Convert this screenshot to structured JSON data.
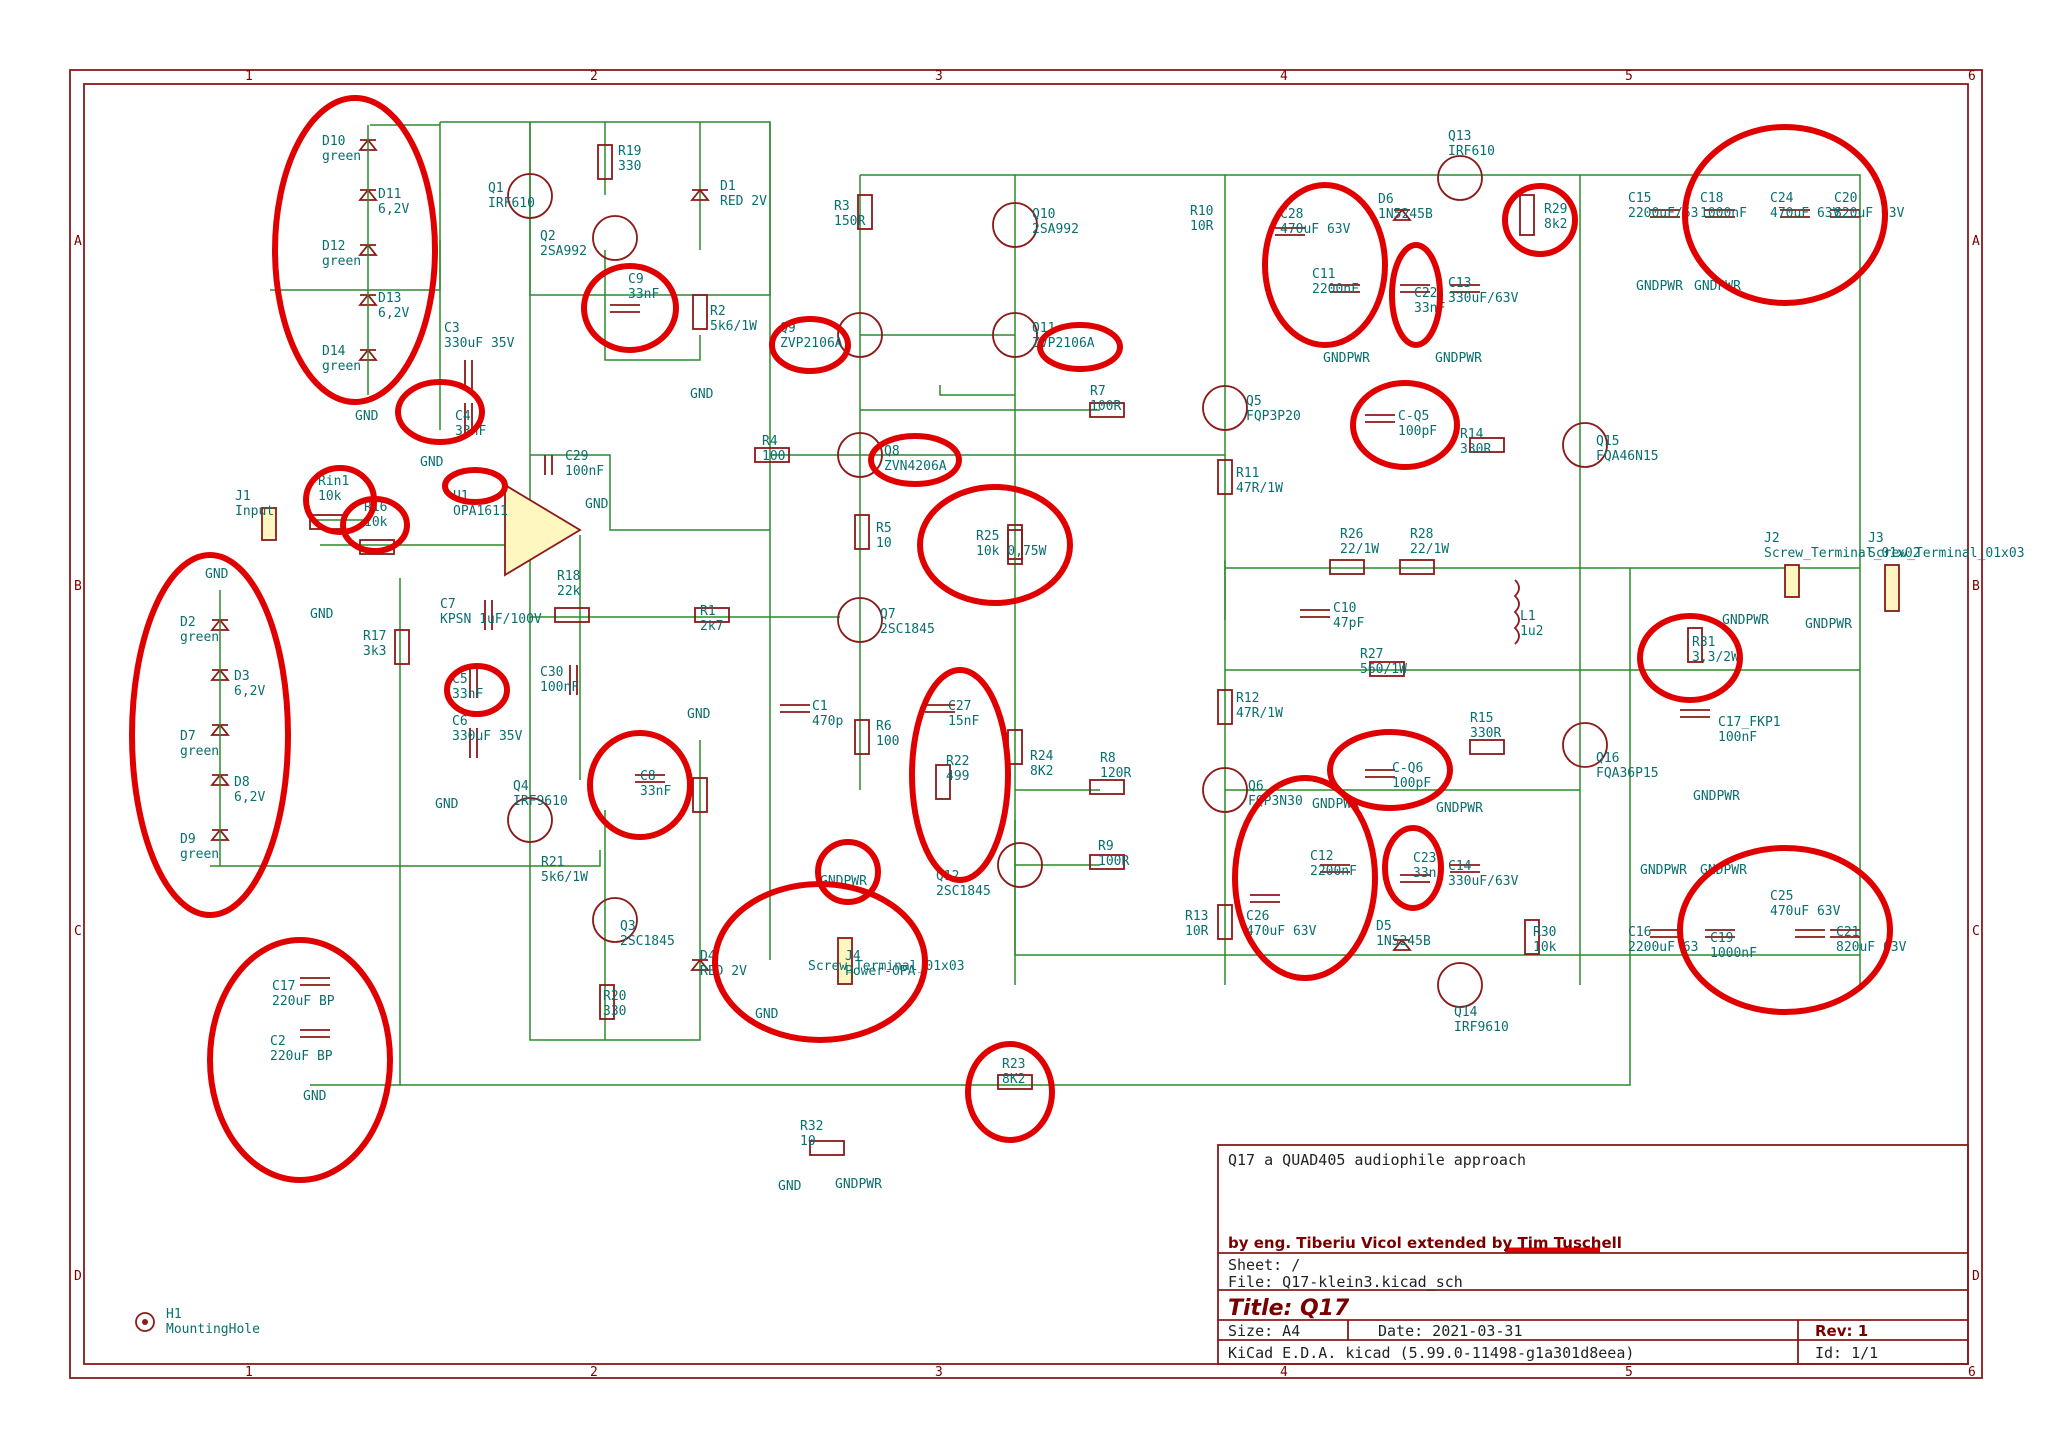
{
  "title_block": {
    "description": "Q17 a QUAD405 audiophile approach",
    "author": "by eng. Tiberiu Vicol extended by Tim Tuschell",
    "sheet": "Sheet: /",
    "file": "File: Q17-klein3.kicad_sch",
    "title": "Title: Q17",
    "size": "Size: A4",
    "date": "Date: 2021-03-31",
    "rev": "Rev: 1",
    "tool": "KiCad E.D.A.  kicad (5.99.0-11498-g1a301d8eea)",
    "id": "Id: 1/1"
  },
  "frame": {
    "cols": [
      "1",
      "2",
      "3",
      "4",
      "5",
      "6"
    ],
    "rows": [
      "A",
      "B",
      "C",
      "D"
    ]
  },
  "components": [
    {
      "ref": "D10",
      "val": "green"
    },
    {
      "ref": "D11",
      "val": "6,2V"
    },
    {
      "ref": "D12",
      "val": "green"
    },
    {
      "ref": "D13",
      "val": "6,2V"
    },
    {
      "ref": "D14",
      "val": "green"
    },
    {
      "ref": "Q1",
      "val": "IRF610"
    },
    {
      "ref": "R19",
      "val": "330"
    },
    {
      "ref": "D1",
      "val": "RED 2V"
    },
    {
      "ref": "Q2",
      "val": "2SA992"
    },
    {
      "ref": "C9",
      "val": "33nF"
    },
    {
      "ref": "R2",
      "val": "5k6/1W"
    },
    {
      "ref": "C3",
      "val": "330uF 35V"
    },
    {
      "ref": "C4",
      "val": "33nF"
    },
    {
      "ref": "C29",
      "val": "100nF"
    },
    {
      "ref": "U1",
      "val": "OPA1611"
    },
    {
      "ref": "Rin1",
      "val": "10k"
    },
    {
      "ref": "R16",
      "val": "10k"
    },
    {
      "ref": "J1",
      "val": "Input"
    },
    {
      "ref": "R18",
      "val": "22k"
    },
    {
      "ref": "C7",
      "val": "KPSN 1uF/100V"
    },
    {
      "ref": "R17",
      "val": "3k3"
    },
    {
      "ref": "C5",
      "val": "33nF"
    },
    {
      "ref": "C6",
      "val": "330uF 35V"
    },
    {
      "ref": "C30",
      "val": "100nF"
    },
    {
      "ref": "Q4",
      "val": "IRF9610"
    },
    {
      "ref": "C8",
      "val": "33nF"
    },
    {
      "ref": "R21",
      "val": "5k6/1W"
    },
    {
      "ref": "Q3",
      "val": "2SC1845"
    },
    {
      "ref": "R20",
      "val": "330"
    },
    {
      "ref": "D4",
      "val": "RED 2V"
    },
    {
      "ref": "C17",
      "val": "220uF BP"
    },
    {
      "ref": "C2",
      "val": "220uF BP"
    },
    {
      "ref": "D2",
      "val": "green"
    },
    {
      "ref": "D3",
      "val": "6,2V"
    },
    {
      "ref": "D7",
      "val": "green"
    },
    {
      "ref": "D8",
      "val": "6,2V"
    },
    {
      "ref": "D9",
      "val": "green"
    },
    {
      "ref": "R3",
      "val": "150R"
    },
    {
      "ref": "Q10",
      "val": "2SA992"
    },
    {
      "ref": "Q9",
      "val": "ZVP2106A"
    },
    {
      "ref": "Q11",
      "val": "ZVP2106A"
    },
    {
      "ref": "R4",
      "val": "100"
    },
    {
      "ref": "Q8",
      "val": "ZVN4206A"
    },
    {
      "ref": "R5",
      "val": "10"
    },
    {
      "ref": "R25",
      "val": "10k 0,75W"
    },
    {
      "ref": "R1",
      "val": "2k7"
    },
    {
      "ref": "Q7",
      "val": "2SC1845"
    },
    {
      "ref": "C1",
      "val": "470p"
    },
    {
      "ref": "R6",
      "val": "100"
    },
    {
      "ref": "C27",
      "val": "15nF"
    },
    {
      "ref": "R22",
      "val": "499"
    },
    {
      "ref": "R24",
      "val": "8K2"
    },
    {
      "ref": "Q12",
      "val": "2SC1845"
    },
    {
      "ref": "J4",
      "val": "Power-OPA"
    },
    {
      "ref": "R23",
      "val": "8K2"
    },
    {
      "ref": "R32",
      "val": "10"
    },
    {
      "ref": "R7",
      "val": "100R"
    },
    {
      "ref": "Q5",
      "val": "FQP3P20"
    },
    {
      "ref": "R10",
      "val": "10R"
    },
    {
      "ref": "C28",
      "val": "470uF 63V"
    },
    {
      "ref": "C11",
      "val": "2200nF"
    },
    {
      "ref": "D6",
      "val": "1N5245B"
    },
    {
      "ref": "C22",
      "val": "33nF"
    },
    {
      "ref": "C13",
      "val": "330uF/63V"
    },
    {
      "ref": "Q13",
      "val": "IRF610"
    },
    {
      "ref": "R29",
      "val": "8k2"
    },
    {
      "ref": "C-Q5",
      "val": "100pF"
    },
    {
      "ref": "R14",
      "val": "330R"
    },
    {
      "ref": "Q15",
      "val": "FQA46N15"
    },
    {
      "ref": "R11",
      "val": "47R/1W"
    },
    {
      "ref": "R26",
      "val": "22/1W"
    },
    {
      "ref": "R28",
      "val": "22/1W"
    },
    {
      "ref": "C10",
      "val": "47pF"
    },
    {
      "ref": "R27",
      "val": "560/1W"
    },
    {
      "ref": "L1",
      "val": "1u2"
    },
    {
      "ref": "R12",
      "val": "47R/1W"
    },
    {
      "ref": "R15",
      "val": "330R"
    },
    {
      "ref": "C-Q6",
      "val": "100pF"
    },
    {
      "ref": "Q16",
      "val": "FQA36P15"
    },
    {
      "ref": "R8",
      "val": "120R"
    },
    {
      "ref": "Q6",
      "val": "FQP3N30"
    },
    {
      "ref": "R9",
      "val": "100R"
    },
    {
      "ref": "C12",
      "val": "2200nF"
    },
    {
      "ref": "C26",
      "val": "470uF 63V"
    },
    {
      "ref": "R13",
      "val": "10R"
    },
    {
      "ref": "D5",
      "val": "1N5245B"
    },
    {
      "ref": "C23",
      "val": "33nF"
    },
    {
      "ref": "C14",
      "val": "330uF/63V"
    },
    {
      "ref": "Q14",
      "val": "IRF9610"
    },
    {
      "ref": "R30",
      "val": "10k"
    },
    {
      "ref": "C15",
      "val": "2200uF/63"
    },
    {
      "ref": "C18",
      "val": "1000nF"
    },
    {
      "ref": "C24",
      "val": "470uF 63V"
    },
    {
      "ref": "C20",
      "val": "820uF 63V"
    },
    {
      "ref": "R31",
      "val": "3,3/2W"
    },
    {
      "ref": "C17_FKP1",
      "val": "100nF"
    },
    {
      "ref": "J2",
      "val": "Screw_Terminal_01x02"
    },
    {
      "ref": "J3",
      "val": "Screw_Terminal_01x03"
    },
    {
      "ref": "C16",
      "val": "2200uF 63"
    },
    {
      "ref": "C19",
      "val": "1000nF"
    },
    {
      "ref": "C25",
      "val": "470uF 63V"
    },
    {
      "ref": "C21",
      "val": "820uF 63V"
    },
    {
      "ref": "H1",
      "val": "MountingHole"
    }
  ],
  "nets": {
    "gnd": "GND",
    "gndpwr": "GNDPWR"
  },
  "j4_value": "Screw_Terminal_01x03"
}
